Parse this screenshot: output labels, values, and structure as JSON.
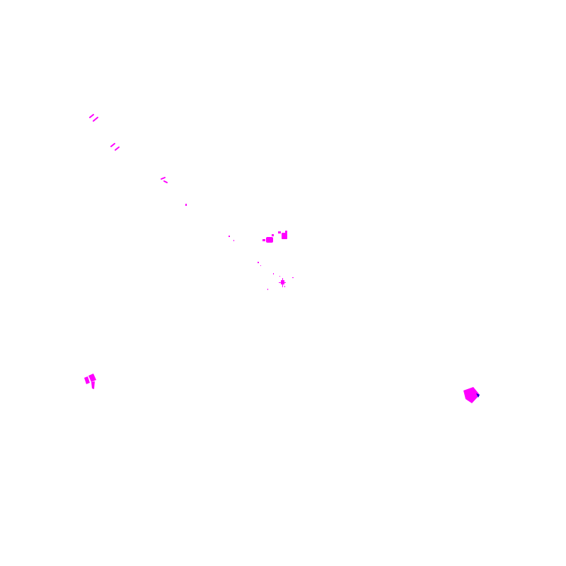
{
  "scene": {
    "background_color": "#ffffff",
    "primary_color": "#ff00ff",
    "accent_color": "#0000cc",
    "objects": [
      {
        "name": "fragment-streak-1",
        "kind": "streak"
      },
      {
        "name": "fragment-streak-2",
        "kind": "streak"
      },
      {
        "name": "fragment-streak-3",
        "kind": "streak"
      },
      {
        "name": "fragment-dot-1",
        "kind": "dot"
      },
      {
        "name": "fragment-dot-2",
        "kind": "dot"
      },
      {
        "name": "central-cluster",
        "kind": "cluster"
      },
      {
        "name": "debris-scatter",
        "kind": "scatter"
      },
      {
        "name": "left-block",
        "kind": "block"
      },
      {
        "name": "right-block",
        "kind": "block"
      }
    ]
  }
}
